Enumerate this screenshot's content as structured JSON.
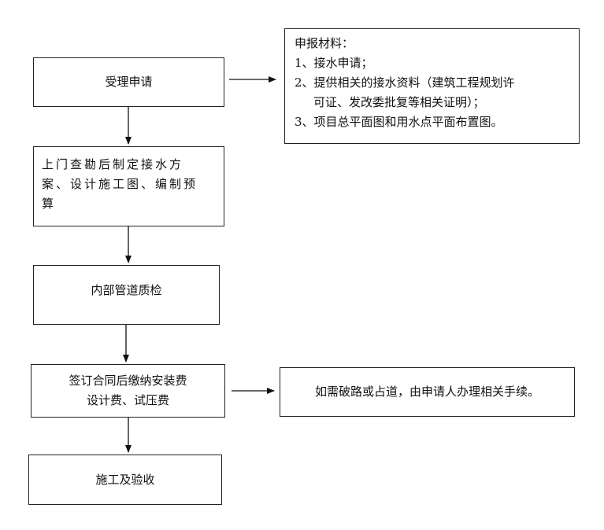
{
  "flow": {
    "step1": "受理申请",
    "step2": [
      "上门查勘后制定接水方",
      "案、设计施工图、编制预",
      "算"
    ],
    "step3": "内部管道质检",
    "step4": [
      "签订合同后缴纳安装费",
      "设计费、试压费"
    ],
    "step5": "施工及验收"
  },
  "notes": {
    "materials": {
      "title": "申报材料：",
      "items": [
        "1、接水申请；",
        "2、提供相关的接水资料（建筑工程规划许",
        "可证、发改委批复等相关证明）；",
        "3、项目总平面图和用水点平面布置图。"
      ]
    },
    "road": "如需破路或占道，由申请人办理相关手续。"
  }
}
